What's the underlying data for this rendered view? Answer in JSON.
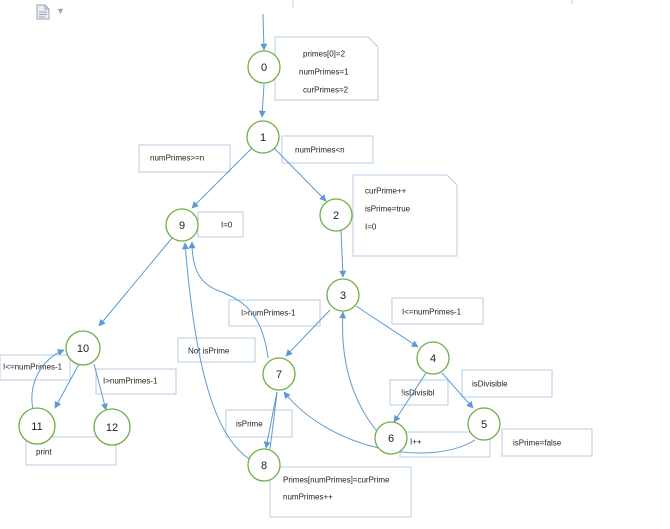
{
  "colors": {
    "node_stroke": "#70ad47",
    "edge": "#5b9bd5",
    "box_stroke": "#b9cde0"
  },
  "toolbar": {
    "doc_icon": "document-icon",
    "dropdown_icon": "chevron-down-icon"
  },
  "nodes": [
    {
      "id": "n0",
      "label": "0"
    },
    {
      "id": "n1",
      "label": "1"
    },
    {
      "id": "n2",
      "label": "2"
    },
    {
      "id": "n3",
      "label": "3"
    },
    {
      "id": "n4",
      "label": "4"
    },
    {
      "id": "n5",
      "label": "5"
    },
    {
      "id": "n6",
      "label": "6"
    },
    {
      "id": "n7",
      "label": "7"
    },
    {
      "id": "n8",
      "label": "8"
    },
    {
      "id": "n9",
      "label": "9"
    },
    {
      "id": "n10",
      "label": "10"
    },
    {
      "id": "n11",
      "label": "11"
    },
    {
      "id": "n12",
      "label": "12"
    }
  ],
  "boxes": [
    {
      "id": "b0",
      "lines": [
        "primes[0]=2",
        "numPrimes=1",
        "curPrimes=2"
      ]
    },
    {
      "id": "b1",
      "lines": [
        "numPrimes>=n"
      ]
    },
    {
      "id": "b2",
      "lines": [
        "numPrimes<n"
      ]
    },
    {
      "id": "b3",
      "lines": [
        "curPrime++",
        "isPrime=true",
        "I=0"
      ]
    },
    {
      "id": "b4",
      "lines": [
        "I=0"
      ]
    },
    {
      "id": "b5",
      "lines": [
        "I>numPrimes-1"
      ]
    },
    {
      "id": "b6",
      "lines": [
        "I<=numPrimes-1"
      ]
    },
    {
      "id": "b7",
      "lines": [
        "Not isPrime"
      ]
    },
    {
      "id": "b8",
      "lines": [
        "I<=numPrimes-1"
      ]
    },
    {
      "id": "b9",
      "lines": [
        "I>numPrimes-1"
      ]
    },
    {
      "id": "b10",
      "lines": [
        "isDivisible"
      ]
    },
    {
      "id": "b11",
      "lines": [
        "!isDivisibl"
      ]
    },
    {
      "id": "b12",
      "lines": [
        "isPrime"
      ]
    },
    {
      "id": "b13",
      "lines": [
        "print"
      ]
    },
    {
      "id": "b14",
      "lines": [
        "I++"
      ]
    },
    {
      "id": "b15",
      "lines": [
        "isPrime=false"
      ]
    },
    {
      "id": "b16",
      "lines": [
        "Primes[numPrimes]=curPrime",
        "numPrimes++"
      ]
    }
  ]
}
